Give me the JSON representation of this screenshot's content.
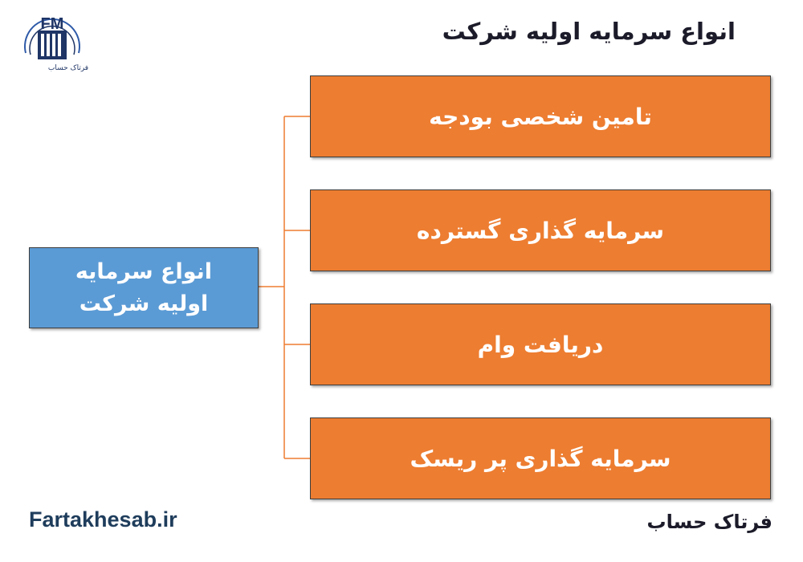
{
  "logo": {
    "monogram": "FM",
    "caption": "فرتاک حساب",
    "colors": {
      "primary": "#1f3566",
      "accent": "#2e5aa8"
    }
  },
  "title": "انواع سرمایه اولیه شرکت",
  "root": {
    "label": "انواع سرمایه اولیه شرکت",
    "color": "#5b9bd5"
  },
  "branches": [
    {
      "label": "تامین شخصی بودجه"
    },
    {
      "label": "سرمایه گذاری گسترده"
    },
    {
      "label": "دریافت وام"
    },
    {
      "label": "سرمایه گذاری پر ریسک"
    }
  ],
  "branch_color": "#ed7d31",
  "connector_color": "#ed7d31",
  "footer": {
    "website": "Fartakhesab.ir",
    "brand": "فرتاک حساب"
  }
}
